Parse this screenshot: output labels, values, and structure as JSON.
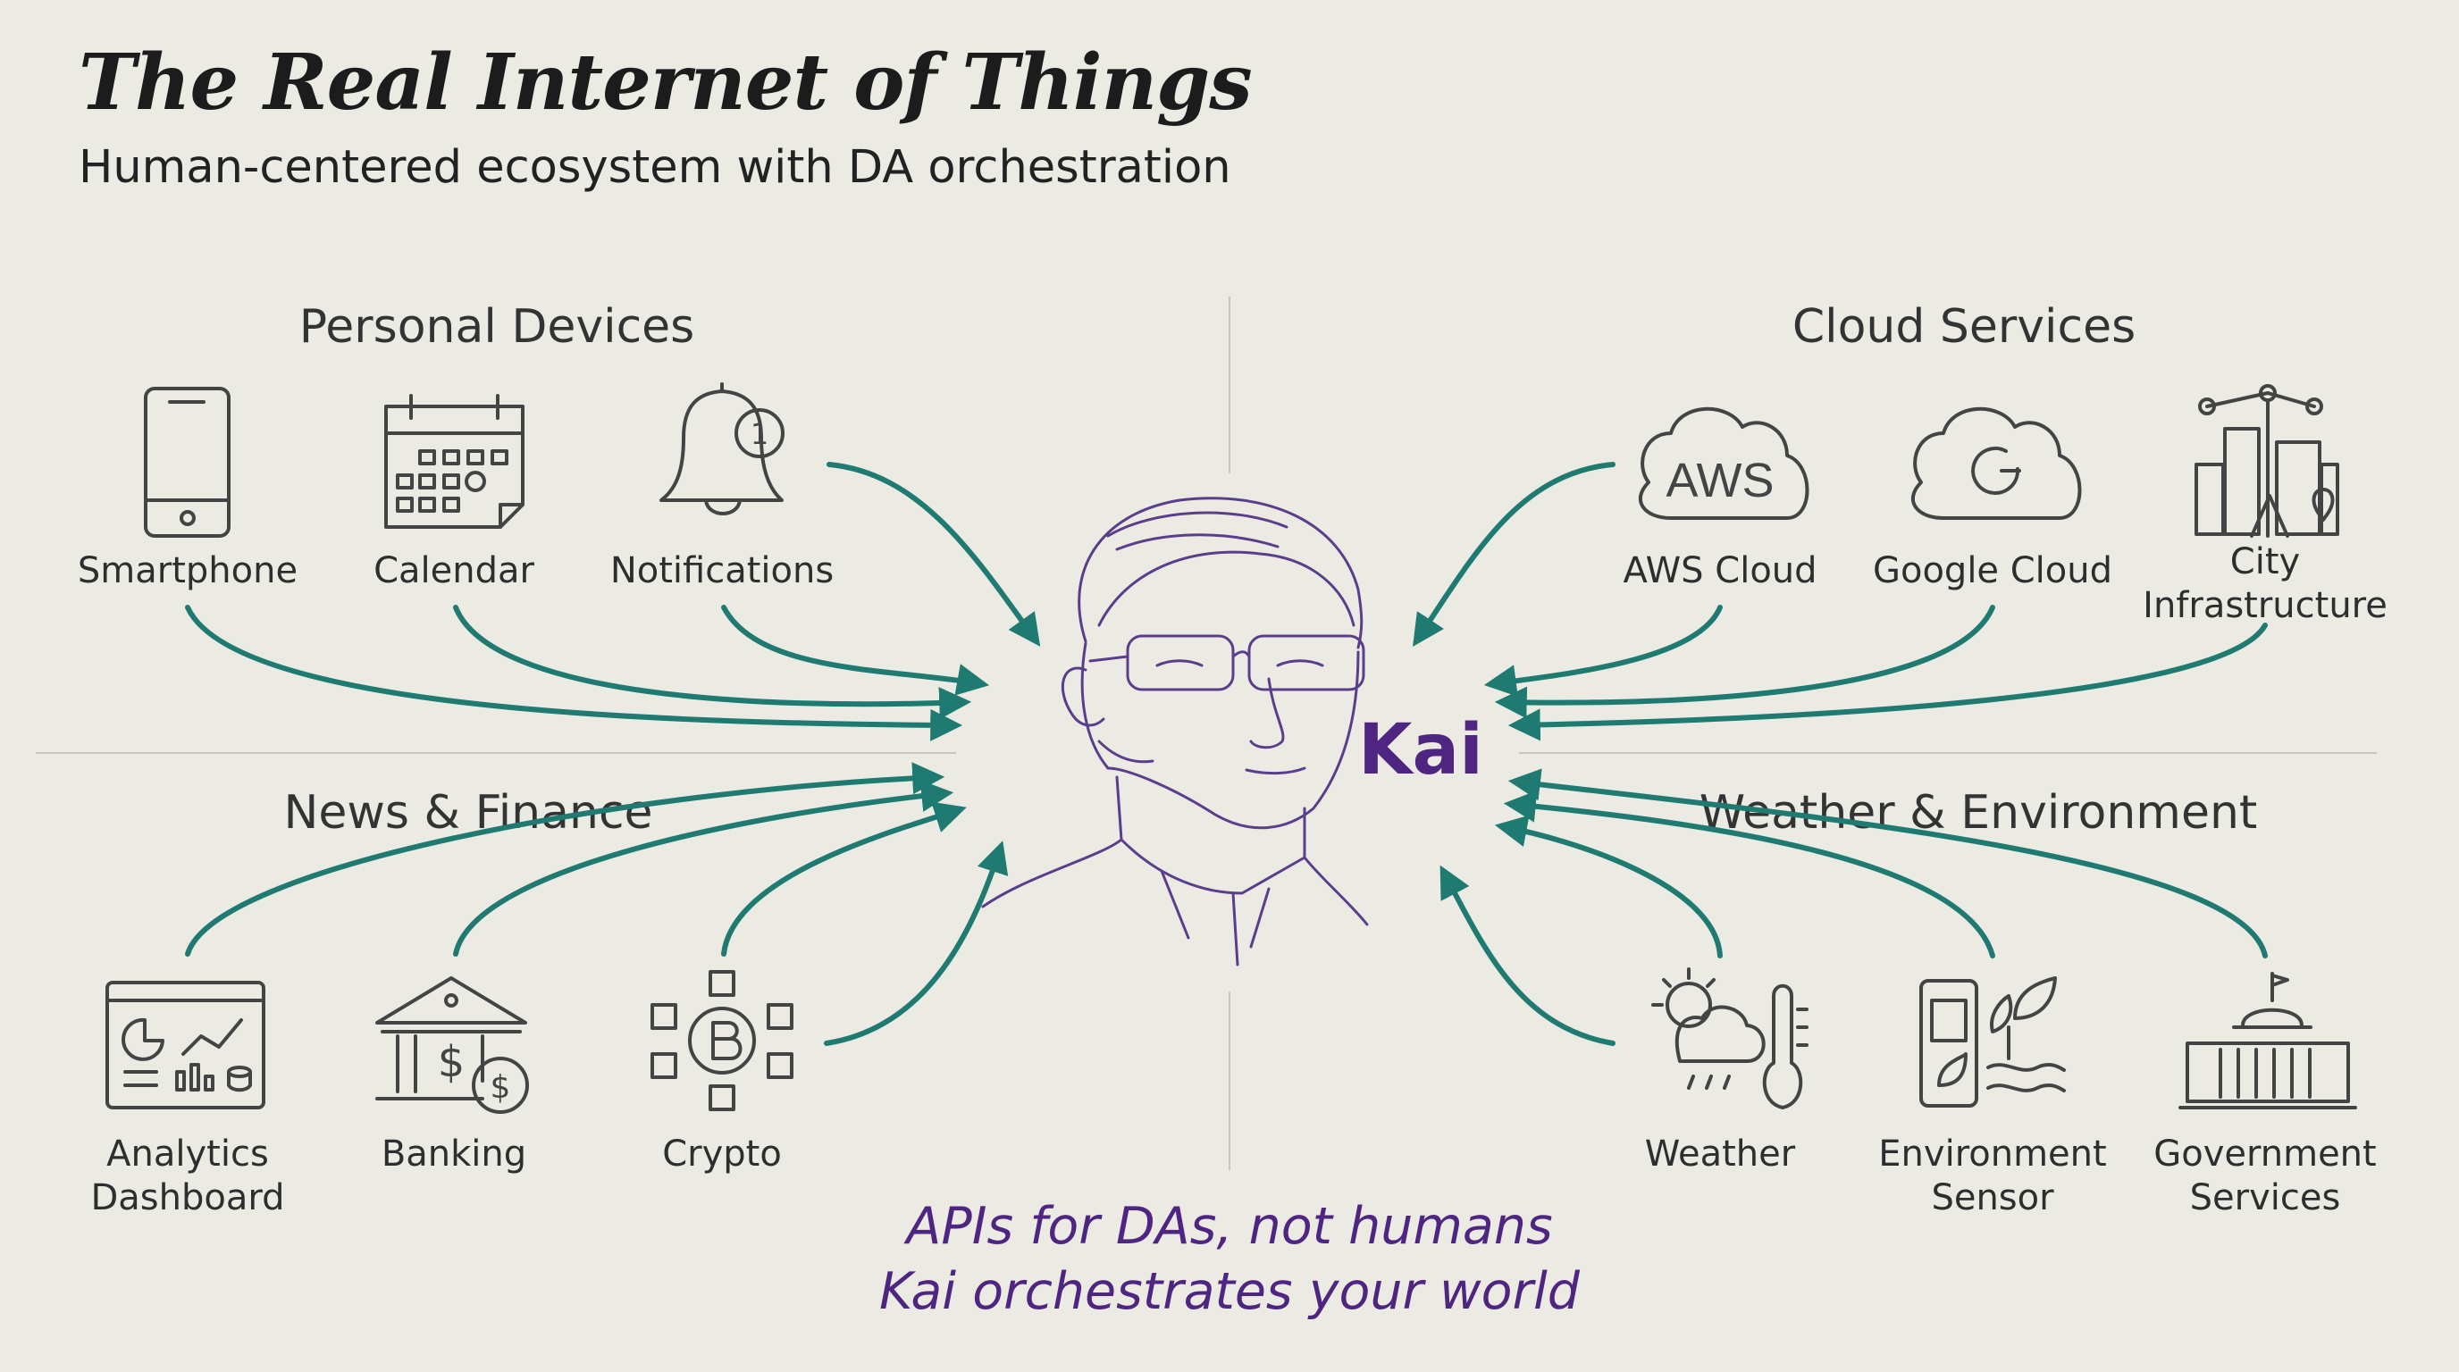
{
  "title": "The Real Internet of Things",
  "subtitle": "Human-centered ecosystem with DA orchestration",
  "center": {
    "name": "Kai"
  },
  "sections": {
    "personal_devices": "Personal Devices",
    "cloud_services": "Cloud Services",
    "news_finance": "News & Finance",
    "weather_environment": "Weather & Environment"
  },
  "devices": {
    "smartphone": "Smartphone",
    "calendar": "Calendar",
    "notifications": "Notifications",
    "aws_cloud": "AWS Cloud",
    "google_cloud": "Google Cloud",
    "city_infrastructure": "City\nInfrastructure",
    "analytics_dashboard": "Analytics\nDashboard",
    "banking": "Banking",
    "crypto": "Crypto",
    "weather": "Weather",
    "environment_sensor": "Environment\nSensor",
    "government_services": "Government\nServices"
  },
  "icon_text": {
    "aws": "AWS",
    "notification_count": "1"
  },
  "tagline": {
    "line1": "APIs for DAs, not humans",
    "line2": "Kai orchestrates your world"
  },
  "colors": {
    "arrow": "#1f7a72",
    "accent": "#4f2582",
    "background": "#ecebe3"
  }
}
